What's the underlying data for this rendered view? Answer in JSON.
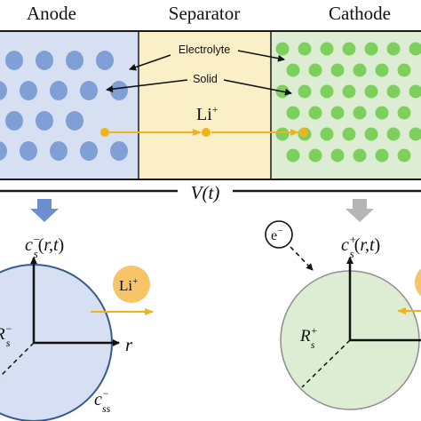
{
  "regions": {
    "anode": {
      "label": "Anode",
      "fill": "#d6e0f2",
      "particle_color": "#7f9fd6"
    },
    "separator": {
      "label": "Separator",
      "fill": "#fbefc8"
    },
    "cathode": {
      "label": "Cathode",
      "fill": "#dcedd3",
      "particle_color": "#7dd05c"
    }
  },
  "annotations": {
    "electrolyte": "Electrolyte",
    "solid": "Solid",
    "li_ion": "Li",
    "li_ion_sup": "+",
    "voltage": "V(t)",
    "electron": "e",
    "electron_sup": "−"
  },
  "anode_particle": {
    "concentration_label": "c_s^-(r,t)",
    "radius_label": "R_s^-",
    "axis_label": "r",
    "surface_label": "c_ss^-",
    "li_label": "Li",
    "li_sup": "+",
    "fill": "#d6e0f2",
    "arrow_color": "#6d8fd0"
  },
  "cathode_particle": {
    "concentration_label": "c_s^+(r,t)",
    "radius_label": "R_s^+",
    "fill": "#dcedd3",
    "arrow_color": "#b5b5b5"
  },
  "colors": {
    "ion_flow": "#f2b318",
    "border": "#1a1a1a"
  }
}
